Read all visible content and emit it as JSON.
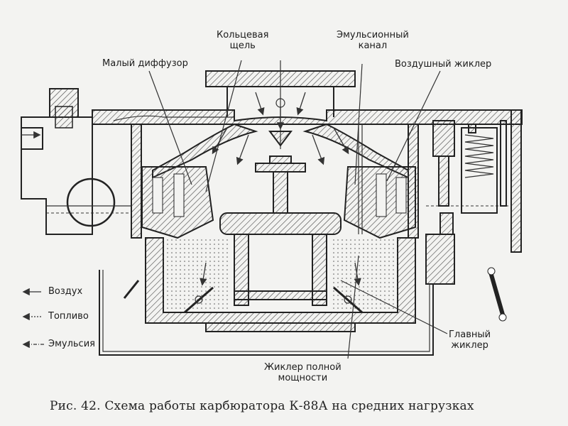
{
  "labels": {
    "ring_slot": "Кольцевая\nщель",
    "small_diffuser": "Малый  диффузор",
    "emulsion_channel": "Эмульсионный\nканал",
    "air_jet": "Воздушный жиклер",
    "main_jet": "Главный\nжиклер",
    "power_jet": "Жиклер полной\nмощности"
  },
  "legend": {
    "air": "Воздух",
    "fuel": "Топливо",
    "emulsion": "Эмульсия"
  },
  "caption": "Рис. 42. Схема работы карбюратора К-88А на средних нагрузках"
}
